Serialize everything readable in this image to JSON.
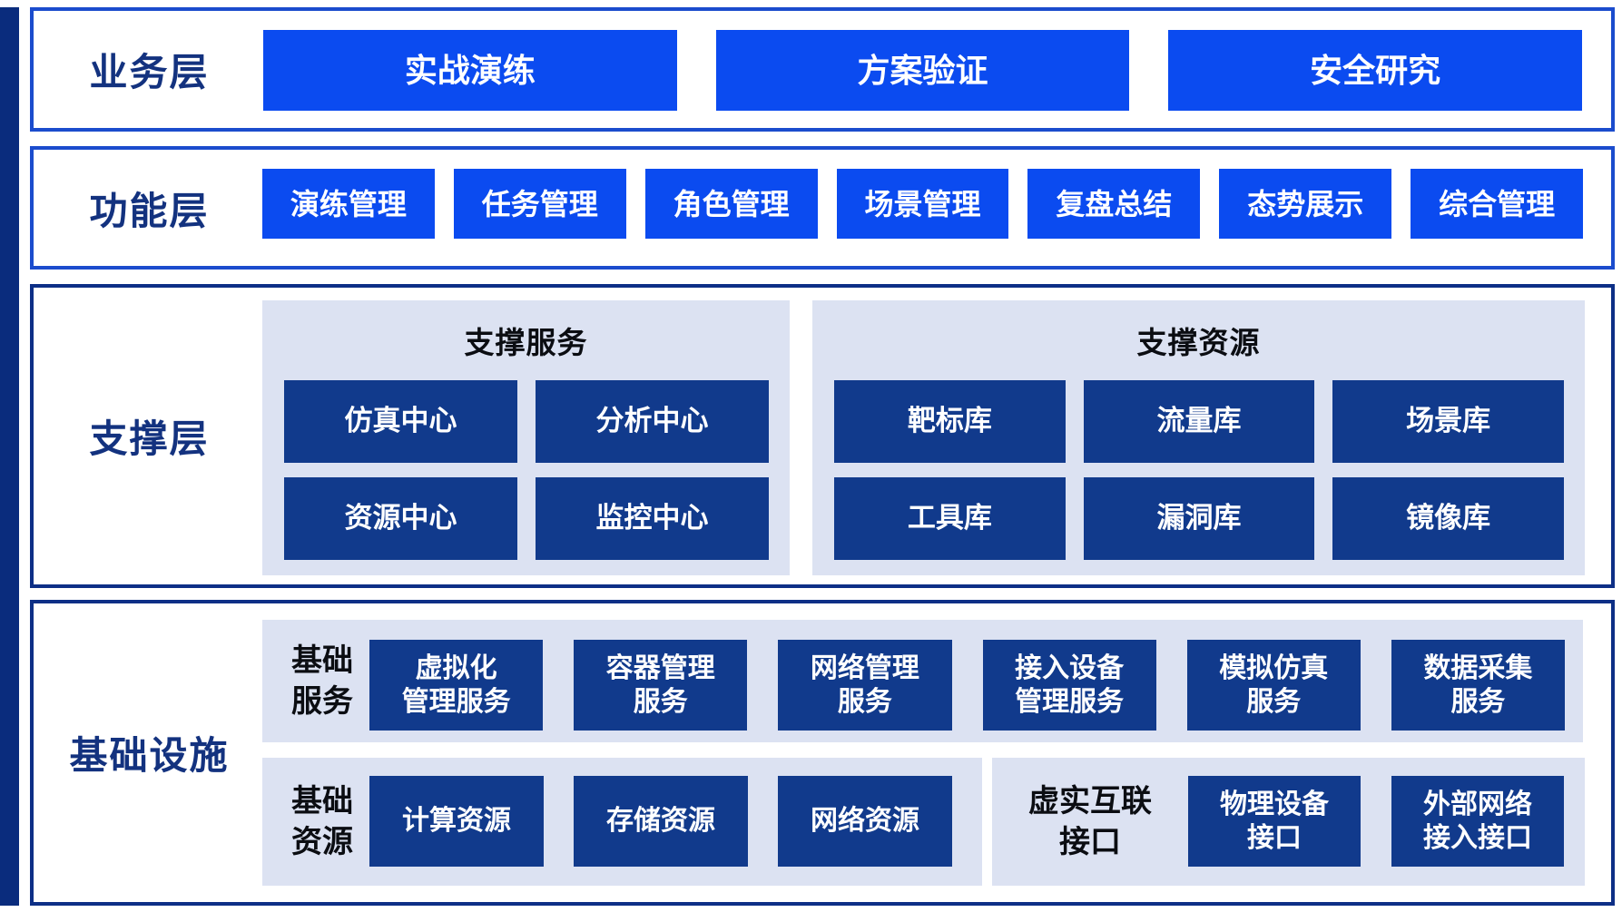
{
  "colors": {
    "bright_button": "#0b4bf0",
    "dark_button": "#113a8c",
    "panel_bg": "#dce2f2",
    "label_navy": "#13327f",
    "border_bright": "#1b4ccd",
    "border_dark": "#0d2f86",
    "leftbar": "#0a2c7d"
  },
  "layers": {
    "business": {
      "label": "业务层",
      "items": [
        "实战演练",
        "方案验证",
        "安全研究"
      ]
    },
    "function": {
      "label": "功能层",
      "items": [
        "演练管理",
        "任务管理",
        "角色管理",
        "场景管理",
        "复盘总结",
        "态势展示",
        "综合管理"
      ]
    },
    "support": {
      "label": "支撑层",
      "services": {
        "title": "支撑服务",
        "rows": [
          [
            "仿真中心",
            "分析中心"
          ],
          [
            "资源中心",
            "监控中心"
          ]
        ]
      },
      "resources": {
        "title": "支撑资源",
        "rows": [
          [
            "靶标库",
            "流量库",
            "场景库"
          ],
          [
            "工具库",
            "漏洞库",
            "镜像库"
          ]
        ]
      }
    },
    "infrastructure": {
      "label": "基础设施",
      "base_services": {
        "title": "基础\n服务",
        "items": [
          "虚拟化\n管理服务",
          "容器管理\n服务",
          "网络管理\n服务",
          "接入设备\n管理服务",
          "模拟仿真\n服务",
          "数据采集\n服务"
        ]
      },
      "base_resources": {
        "title": "基础\n资源",
        "items": [
          "计算资源",
          "存储资源",
          "网络资源"
        ]
      },
      "interface": {
        "title": "虚实互联\n接口",
        "items": [
          "物理设备\n接口",
          "外部网络\n接入接口"
        ]
      }
    }
  }
}
